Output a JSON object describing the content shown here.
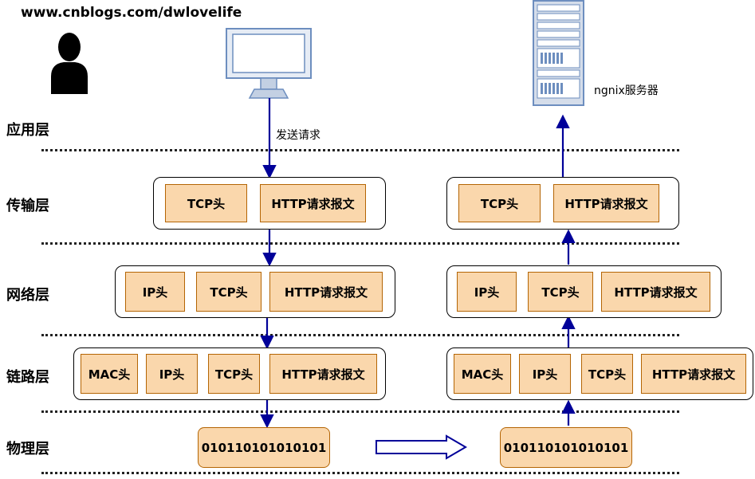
{
  "watermark": "www.cnblogs.com/dwlovelife",
  "layers": [
    "应用层",
    "传输层",
    "网络层",
    "链路层",
    "物理层"
  ],
  "server_label": "ngnix服务器",
  "send_request_label": "发送请求",
  "transport": [
    "TCP头",
    "HTTP请求报文"
  ],
  "network": [
    "IP头",
    "TCP头",
    "HTTP请求报文"
  ],
  "link": [
    "MAC头",
    "IP头",
    "TCP头",
    "HTTP请求报文"
  ],
  "physical_bits": "010110101010101",
  "colors": {
    "box_fill": "#fad7ac",
    "box_border": "#b46504",
    "arrow": "#000099"
  },
  "icons": [
    "person-icon",
    "monitor-icon",
    "server-icon",
    "transfer-arrow-icon"
  ]
}
